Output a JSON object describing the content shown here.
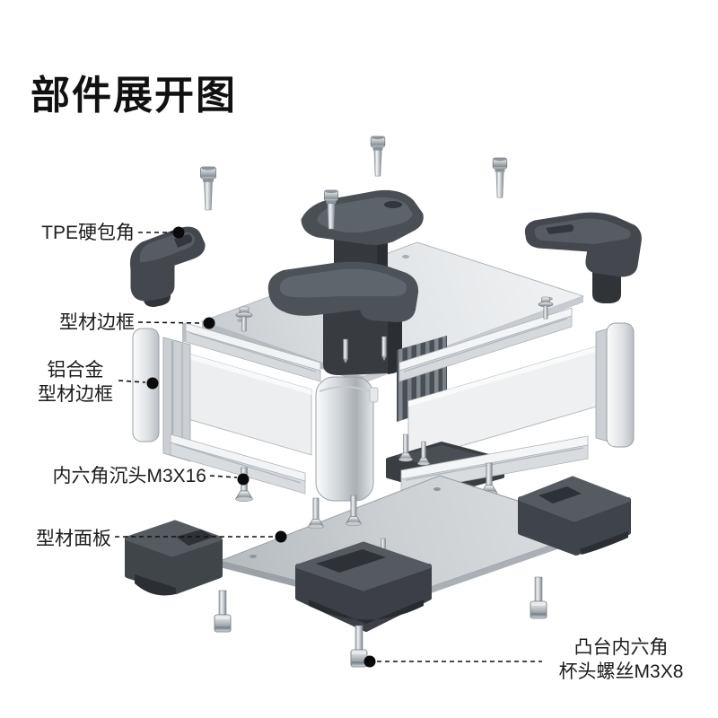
{
  "title": "部件展开图",
  "labels": [
    {
      "id": "tpe-corner",
      "lines": [
        "TPE硬包角"
      ]
    },
    {
      "id": "profile-frame",
      "lines": [
        "型材边框"
      ]
    },
    {
      "id": "alu-profile-frame",
      "lines": [
        "铝合金",
        "型材边框"
      ]
    },
    {
      "id": "hex-csk-screw",
      "lines": [
        "内六角沉头M3X16"
      ]
    },
    {
      "id": "profile-panel",
      "lines": [
        "型材面板"
      ]
    },
    {
      "id": "boss-cap-screw",
      "lines": [
        "凸台内六角",
        "杯头螺丝M3X8"
      ]
    }
  ],
  "parts": [
    "tpe-corner-cap",
    "profile-edge-rail",
    "aluminum-profile-edge",
    "countersunk-screw-m3x16",
    "profile-panel",
    "boss-socket-cap-screw-m3x8",
    "top-panel",
    "bottom-panel",
    "side-panel",
    "corner-pillar",
    "corner-extrusion-fins"
  ],
  "colors": {
    "background": "#ffffff",
    "text": "#1c1c1c",
    "leader": "#111111",
    "cap_dark": "#3f444a",
    "cap_mid": "#4a4f55",
    "cap_light": "#575c63",
    "cap_shadow": "#2c2f33",
    "aluminum_light": "#f2f3f4",
    "aluminum_mid": "#cfd3d6",
    "aluminum_dark": "#aab0b5",
    "chrome_light": "#f6f7f8",
    "chrome_dark": "#858c93"
  }
}
